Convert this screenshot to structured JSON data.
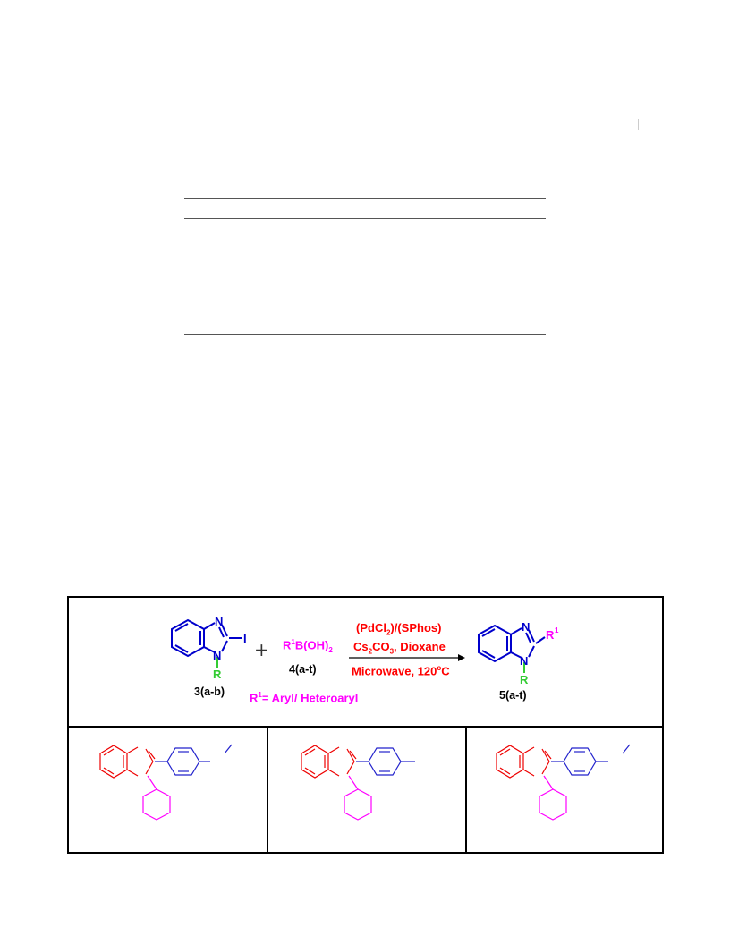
{
  "scheme": {
    "reactant1": {
      "label": "3(a-b)",
      "atoms": {
        "n_top": "N",
        "n_bottom": "N",
        "substituent": "R",
        "halogen": "I"
      }
    },
    "plus": "+",
    "reactant2": {
      "formula_prefix": "R",
      "formula_sup": "1",
      "formula_mid": "B(OH)",
      "formula_sub": "2",
      "label": "4(a-t)"
    },
    "r1_definition": {
      "prefix": "R",
      "sup": "1",
      "text": "= Aryl/ Heteroaryl"
    },
    "conditions": {
      "line1": {
        "a": "(PdCl",
        "sub": "2",
        "b": ")/(SPhos)"
      },
      "line2": {
        "a": "Cs",
        "sub1": "2",
        "b": "CO",
        "sub2": "3",
        "c": ", Dioxane"
      },
      "line3": {
        "a": "Microwave, 120",
        "sup": "o",
        "b": "C"
      }
    },
    "product": {
      "label": "5(a-t)",
      "atoms": {
        "n_top": "N",
        "n_bottom": "N",
        "substituent": "R",
        "r1": "R",
        "r1_sup": "1"
      }
    }
  },
  "colors": {
    "core": "#0000cc",
    "highlight_red": "#ee0000",
    "magenta": "#ff00ff",
    "green": "#33cc33",
    "aryl_blue": "#2222cc"
  }
}
